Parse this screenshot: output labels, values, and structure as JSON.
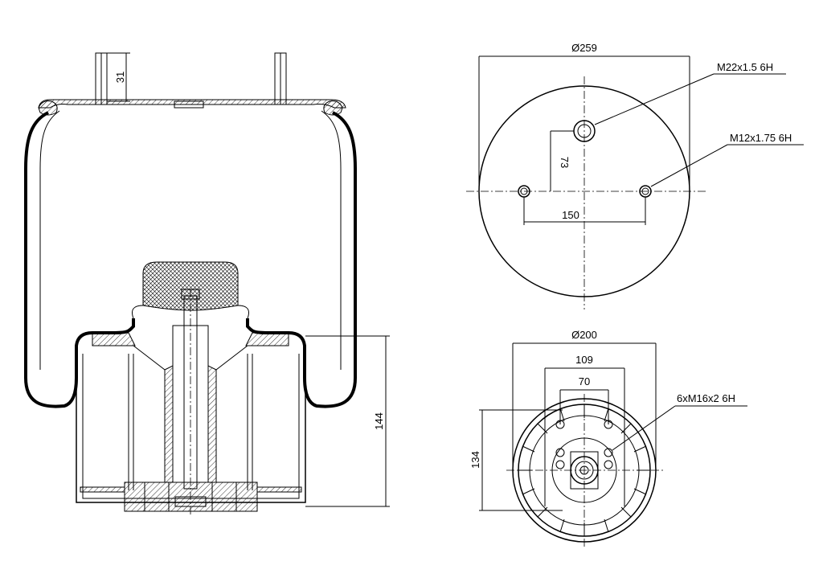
{
  "dimensions": {
    "stud_height": "31",
    "installed_height": "144",
    "top_plate_diameter": "Ø259",
    "top_thread_main": "M22x1.5 6H",
    "top_thread_studs": "M12x1.75 6H",
    "stud_offset": "73",
    "stud_spacing": "150",
    "bottom_diameter": "Ø200",
    "bottom_span_outer": "109",
    "bottom_span_inner": "70",
    "bottom_threads": "6xM16x2 6H",
    "bottom_vertical": "134"
  }
}
